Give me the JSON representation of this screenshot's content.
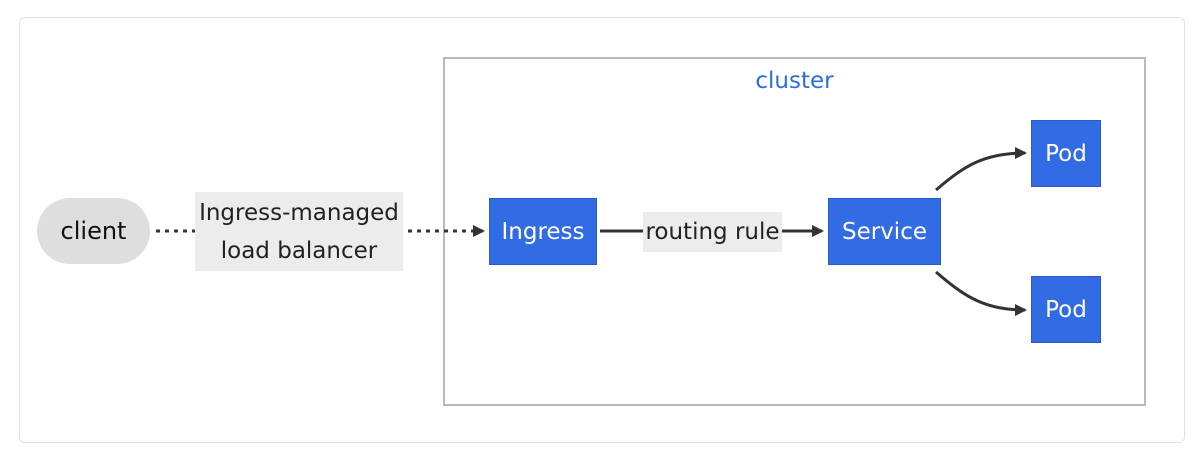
{
  "diagram": {
    "cluster_label": "cluster",
    "nodes": {
      "client": "client",
      "ingress": "Ingress",
      "service": "Service",
      "pod_top": "Pod",
      "pod_bottom": "Pod"
    },
    "edges": {
      "lb_line1": "Ingress-managed",
      "lb_line2": "load balancer",
      "routing_rule": "routing rule"
    }
  },
  "colors": {
    "node_fill": "#326ce5",
    "cluster_label": "#2a6ee0",
    "client_fill": "#dedede",
    "edge": "#333333"
  }
}
